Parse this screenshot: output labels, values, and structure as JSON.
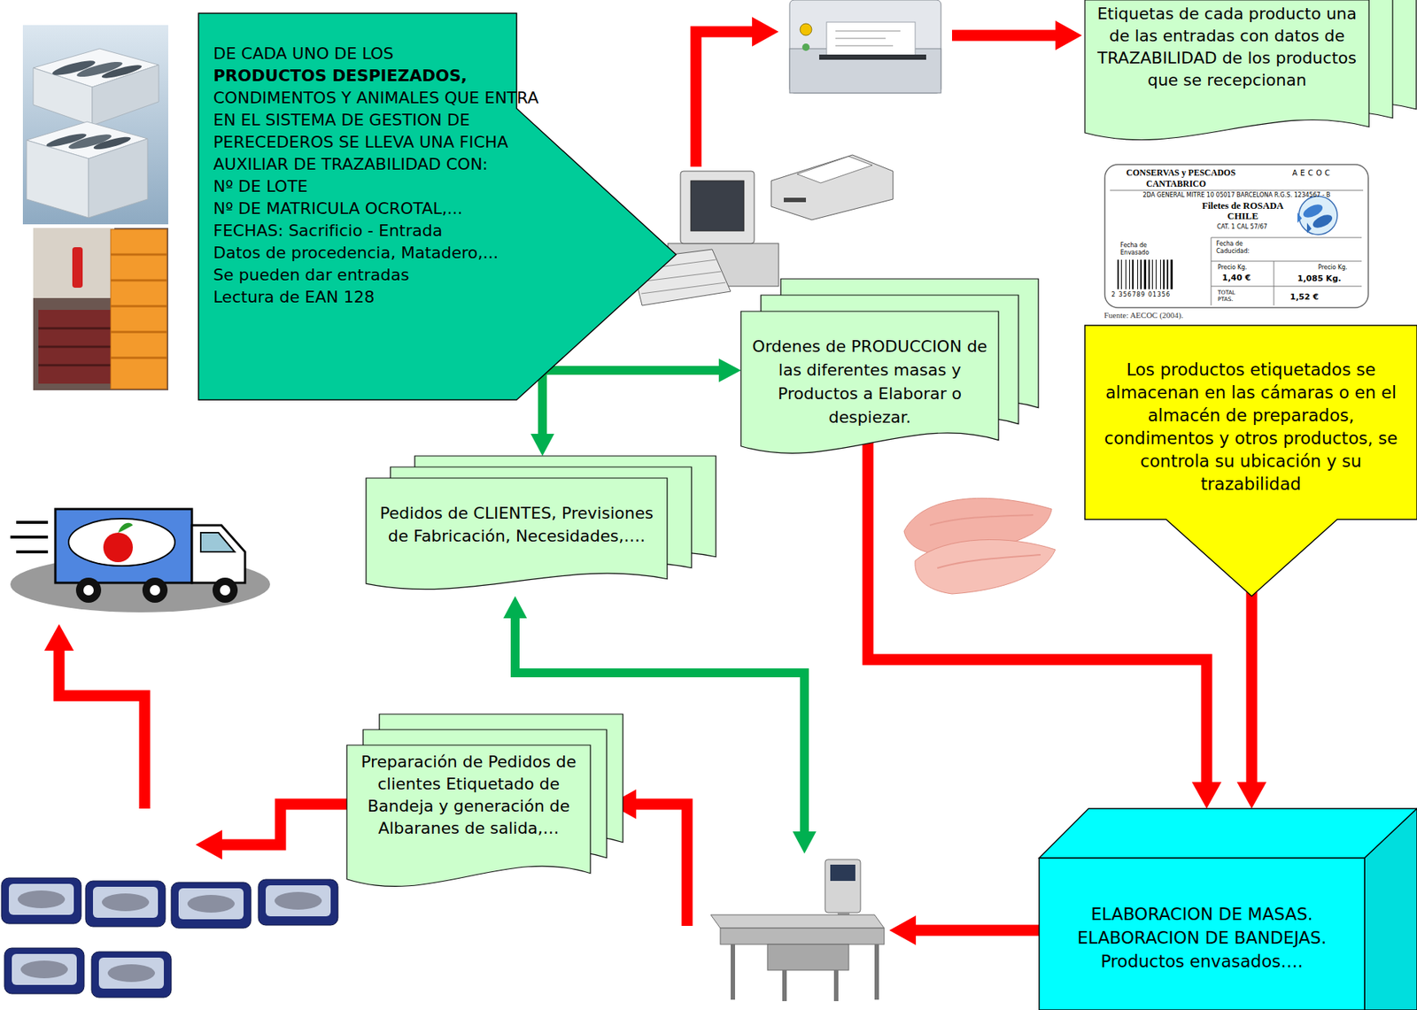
{
  "diagram": {
    "nodes": [
      {
        "text": [
          "DE CADA UNO DE LOS",
          "PRODUCTOS DESPIEZADOS,",
          "CONDIMENTOS Y ANIMALES QUE ENTRA EN EL SISTEMA DE GESTION DE PERECEDEROS SE LLEVA UNA FICHA AUXILIAR DE TRAZABILIDAD CON:",
          "Nº DE LOTE",
          "Nº DE MATRICULA OCROTAL,...",
          "FECHAS: Sacrificio - Entrada",
          "Datos de procedencia, Matadero,...",
          "Se pueden dar entradas",
          "Lectura de EAN 128"
        ]
      },
      {
        "text": [
          "Etiquetas de cada producto una de las entradas con datos de TRAZABILIDAD de los productos que se recepcionan"
        ]
      },
      {
        "text": [
          "CONSERVAS y PESCADOS",
          "CANTABRICO",
          "AECOC",
          "2DA GENERAL MITRE 10 05017 BARCELONA R.G.S. 1234567 - B",
          "Filetes de ROSADA CHILE",
          "CAT. 1 CAL 57/67",
          "Fecha de Envasado",
          "Fecha de Caducidad:",
          "2 356789 01356",
          "Precio Kg.",
          "1,40 €",
          "Precio Kg.",
          "1,085 Kg.",
          "TOTAL PTAS.",
          "1,52 €"
        ]
      },
      {
        "text": [
          "Los productos etiquetados se almacenan en las cámaras o en el almacén de preparados, condimentos y otros productos, se controla su ubicación y su trazabilidad"
        ]
      },
      {
        "text": [
          "Ordenes de PRODUCCION de las diferentes masas y Productos a Elaborar o despiezar."
        ]
      },
      {
        "text": [
          "Pedidos de CLIENTES, Previsiones de Fabricación, Necesidades,…."
        ]
      },
      {
        "text": [
          "Preparación de Pedidos de clientes Etiquetado de Bandeja y generación de Albaranes de salida,…"
        ]
      },
      {
        "text": [
          "ELABORACION DE MASAS.",
          "ELABORACION DE BANDEJAS.",
          "Productos envasados…."
        ]
      }
    ],
    "edges": [
      {
        "from": 4,
        "to": 5,
        "arrow": "both"
      },
      {
        "from": 4,
        "to": 7,
        "arrow": "to"
      },
      {
        "from": 3,
        "to": 7,
        "arrow": "to"
      }
    ],
    "labels": [
      "Fuente: AECOC (2004)."
    ]
  }
}
